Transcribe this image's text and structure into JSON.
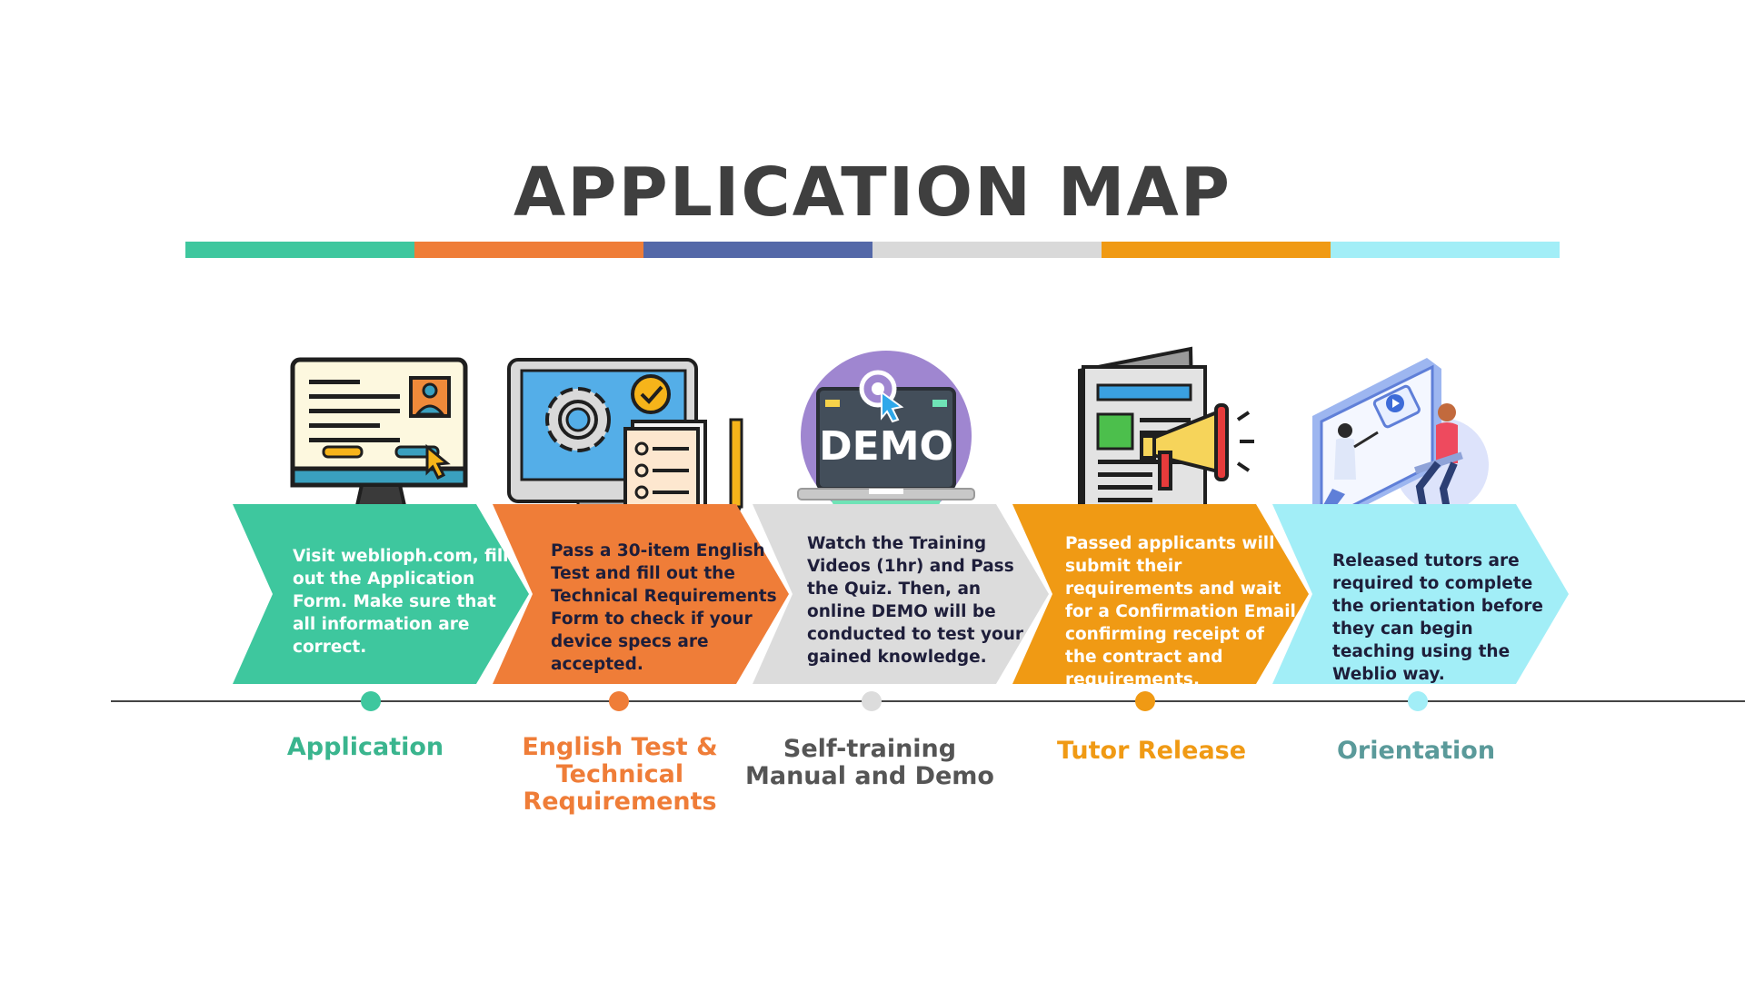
{
  "title": "APPLICATION MAP",
  "color_bar": [
    "#3ec79e",
    "#ef7d38",
    "#5468a8",
    "#d9d9d9",
    "#f09a14",
    "#a2eef7"
  ],
  "steps": [
    {
      "label": "Application",
      "text": "Visit weblioph.com, fill out the Application Form. Make sure that all information are correct.",
      "color": "#3ec79e",
      "text_color": "#ffffff",
      "label_color": "#3ab58e",
      "icon": "monitor-form-icon"
    },
    {
      "label": "English Test & Technical Requirements",
      "text": "Pass a 30-item English Test and fill out the Technical Requirements Form to check if your device specs are accepted.",
      "color": "#ef7d38",
      "text_color": "#1e1e3a",
      "label_color": "#ef7d38",
      "icon": "computer-checklist-icon"
    },
    {
      "label": "Self-training Manual and Demo",
      "text": "Watch the Training Videos (1hr) and Pass the Quiz. Then, an online DEMO will be conducted to test your gained knowledge.",
      "color": "#dcdcdc",
      "text_color": "#1e1e3a",
      "label_color": "#555555",
      "icon": "demo-laptop-icon",
      "icon_text": "DEMO"
    },
    {
      "label": "Tutor Release",
      "text": "Passed applicants will submit their requirements and wait for a Confirmation Email confirming receipt of the contract and requirements.",
      "color": "#f09a14",
      "text_color": "#ffffff",
      "label_color": "#f09a14",
      "icon": "newspaper-megaphone-icon"
    },
    {
      "label": "Orientation",
      "text": "Released tutors are required to complete the orientation before they can begin teaching using the Weblio way.",
      "color": "#a2eef7",
      "text_color": "#1e1e3a",
      "label_color": "#5a9a9a",
      "icon": "online-teaching-icon"
    }
  ]
}
